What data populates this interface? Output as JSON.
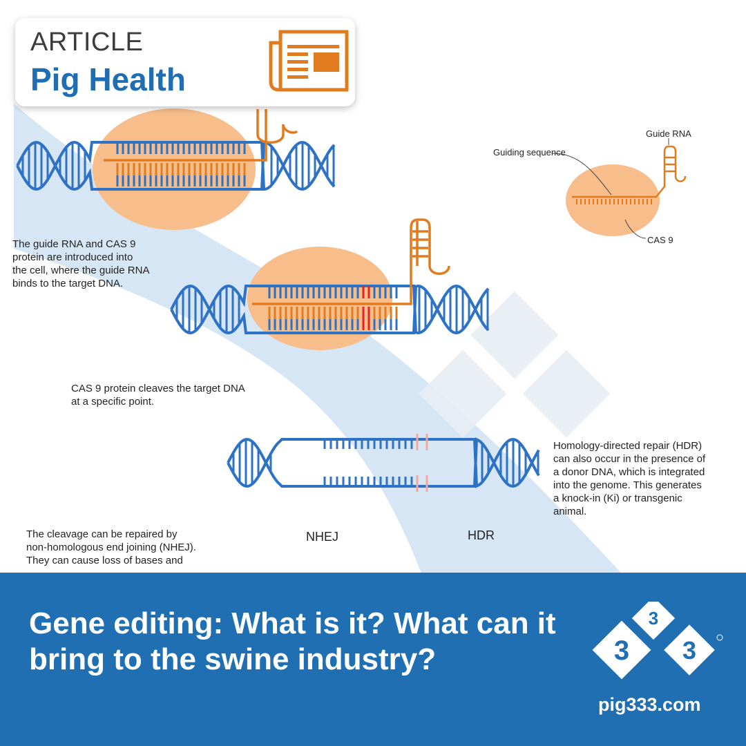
{
  "badge": {
    "kicker": "ARTICLE",
    "category": "Pig Health"
  },
  "diagram": {
    "label_guide_rna": "Guide RNA",
    "label_guiding_sequence": "Guiding sequence",
    "label_cas9": "CAS 9",
    "step1_text": "The guide RNA and CAS 9\nprotein are introduced into\nthe cell, where the guide RNA\nbinds to the target DNA.",
    "step2_text": "CAS 9 protein cleaves the target DNA\nat a specific point.",
    "hdr_text": "Homology-directed repair (HDR)\ncan also occur in the presence of\na donor DNA, which is integrated\ninto the genome. This generates\na knock-in (Ki) or transgenic\nanimal.",
    "nhej_text": "The cleavage can be repaired by\nnon-homologous end joining (NHEJ).\nThey can cause loss of bases and",
    "label_nhej": "NHEJ",
    "label_hdr": "HDR"
  },
  "footer": {
    "title": "Gene editing: What is it? What can it bring to the swine industry?",
    "logo_digit": "3",
    "site": "pig333.com"
  },
  "colors": {
    "dna_blue": "#2d72c4",
    "rna_orange": "#e07c1f",
    "cas9_fill": "#f7bd8b",
    "cut_red": "#e52424",
    "cut_pink": "#f2a7a1",
    "brand_blue": "#1f6fb2",
    "band_blue": "#cfe0f3"
  }
}
